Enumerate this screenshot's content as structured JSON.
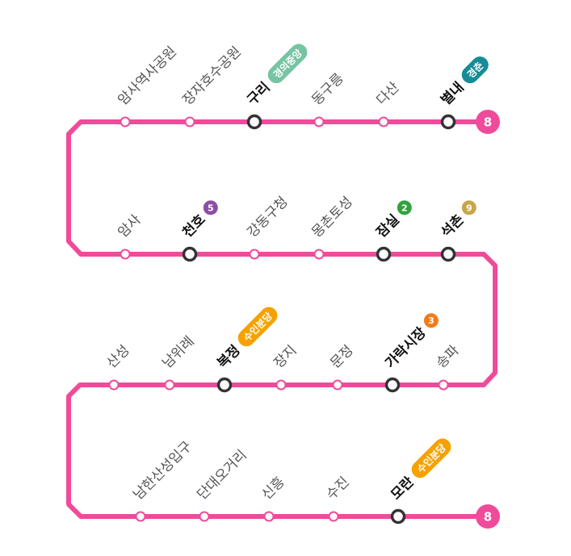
{
  "line": {
    "number": "8",
    "color": "#ef4b9a"
  },
  "rows": [
    {
      "stations": [
        {
          "name": "암사역사공원"
        },
        {
          "name": "장자호수공원"
        },
        {
          "name": "구리",
          "transfer": true,
          "pill": {
            "text": "경의중앙",
            "color": "#77c4a3"
          }
        },
        {
          "name": "동구릉"
        },
        {
          "name": "다산"
        },
        {
          "name": "별내",
          "transfer": true,
          "pill": {
            "text": "경춘",
            "color": "#178c98"
          }
        }
      ]
    },
    {
      "stations": [
        {
          "name": "암사"
        },
        {
          "name": "천호",
          "transfer": true,
          "badge": {
            "text": "5",
            "color": "#8b50a4"
          }
        },
        {
          "name": "강동구청"
        },
        {
          "name": "몽촌토성"
        },
        {
          "name": "잠실",
          "transfer": true,
          "badge": {
            "text": "2",
            "color": "#33a23d"
          }
        },
        {
          "name": "석촌",
          "transfer": true,
          "badge": {
            "text": "9",
            "color": "#c7a64a"
          }
        }
      ]
    },
    {
      "stations": [
        {
          "name": "산성"
        },
        {
          "name": "남위례"
        },
        {
          "name": "복정",
          "transfer": true,
          "pill": {
            "text": "수인분당",
            "color": "#f5a200"
          }
        },
        {
          "name": "장지"
        },
        {
          "name": "문정"
        },
        {
          "name": "가락시장",
          "transfer": true,
          "badge": {
            "text": "3",
            "color": "#ef7c1c"
          }
        },
        {
          "name": "송파"
        }
      ]
    },
    {
      "stations": [
        {
          "name": "남한산성입구"
        },
        {
          "name": "단대오거리"
        },
        {
          "name": "신흥"
        },
        {
          "name": "수진"
        },
        {
          "name": "모란",
          "transfer": true,
          "pill": {
            "text": "수인분당",
            "color": "#f5a200"
          }
        }
      ]
    }
  ]
}
